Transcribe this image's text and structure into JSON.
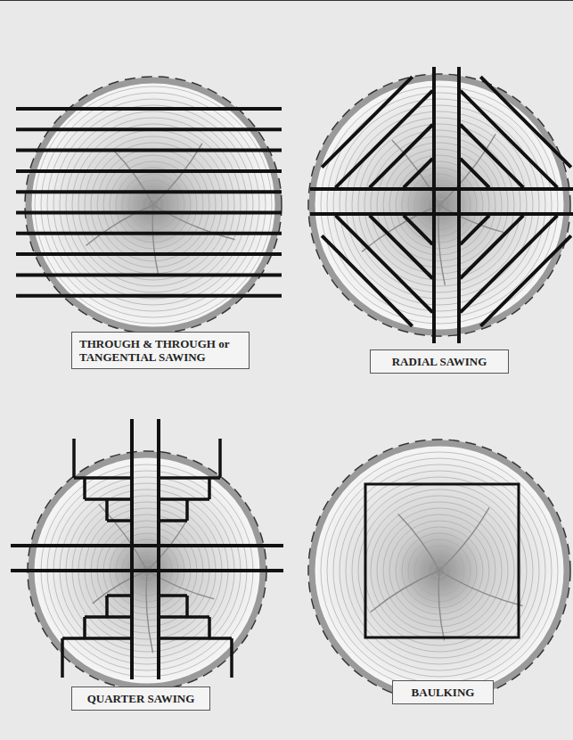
{
  "diagram": {
    "nodes": [
      {
        "text": [
          "THROUGH & THROUGH or TANGENTIAL SAWING"
        ]
      },
      {
        "text": [
          "RADIAL SAWING"
        ]
      },
      {
        "text": [
          "QUARTER SAWING"
        ]
      },
      {
        "text": [
          "BAULKING"
        ]
      }
    ]
  }
}
